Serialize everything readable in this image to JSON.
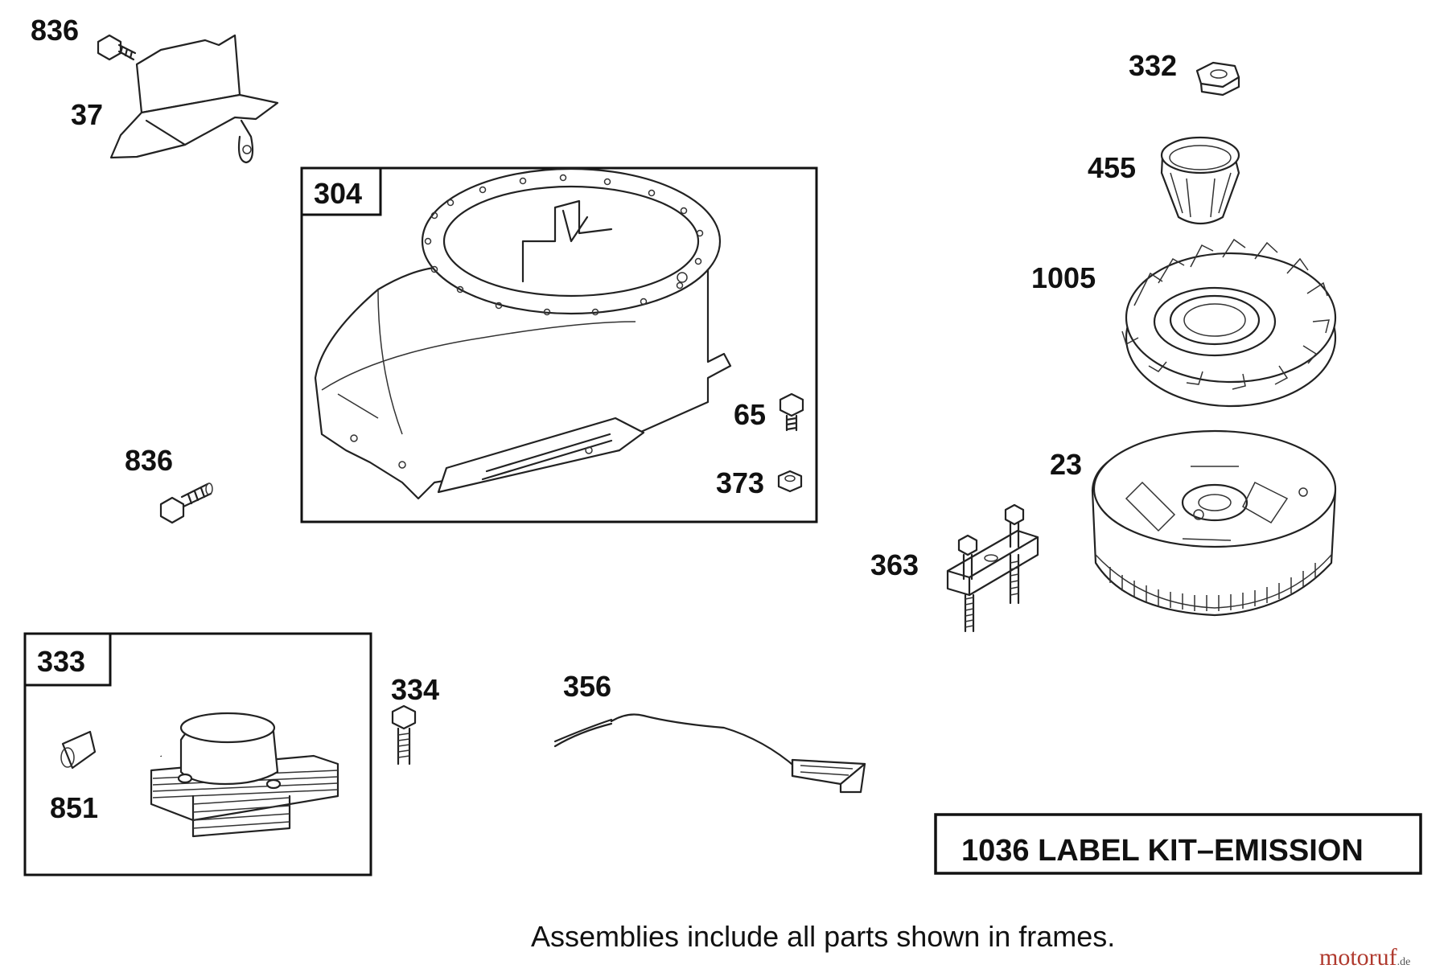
{
  "labels": {
    "p836a": "836",
    "p37": "37",
    "p304": "304",
    "p65": "65",
    "p373": "373",
    "p836b": "836",
    "p332": "332",
    "p455": "455",
    "p1005": "1005",
    "p23": "23",
    "p363": "363",
    "p333": "333",
    "p851": "851",
    "p334": "334",
    "p356": "356"
  },
  "kit_label": "1036 LABEL KIT–EMISSION",
  "footnote": "Assemblies include all parts shown in frames.",
  "watermark": {
    "main": "motoruf",
    "suffix": ".de",
    "color": "#b03a2e"
  }
}
